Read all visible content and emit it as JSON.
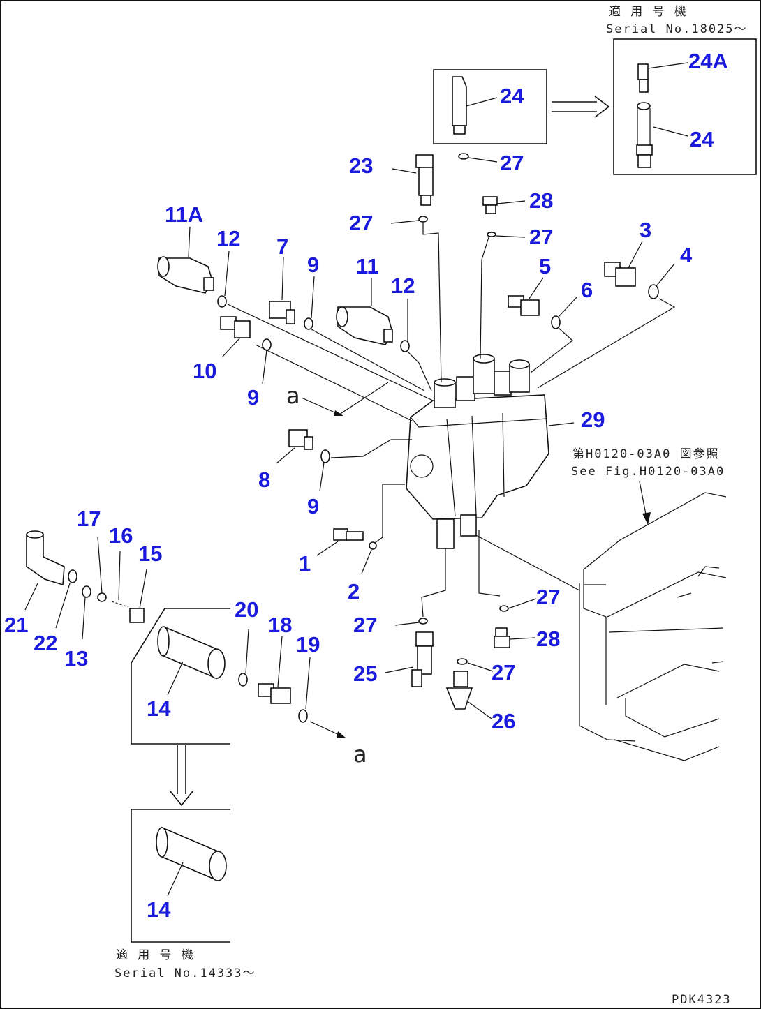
{
  "header": {
    "applicable_jp_top": "適 用 号 機",
    "serial_top": "Serial No.18025〜",
    "applicable_jp_bottom": "適 用 号 機",
    "serial_bottom": "Serial No.14333〜",
    "ref_jp": "第H0120-03A0 図参照",
    "ref_en": "See Fig.H0120-03A0",
    "drawing_code": "PDK4323"
  },
  "markers": {
    "a1": "a",
    "a2": "a"
  },
  "callouts": [
    {
      "id": "c1",
      "label": "1"
    },
    {
      "id": "c2",
      "label": "2"
    },
    {
      "id": "c3",
      "label": "3"
    },
    {
      "id": "c4",
      "label": "4"
    },
    {
      "id": "c5",
      "label": "5"
    },
    {
      "id": "c6",
      "label": "6"
    },
    {
      "id": "c7",
      "label": "7"
    },
    {
      "id": "c8",
      "label": "8"
    },
    {
      "id": "c9a",
      "label": "9"
    },
    {
      "id": "c9b",
      "label": "9"
    },
    {
      "id": "c9c",
      "label": "9"
    },
    {
      "id": "c10",
      "label": "10"
    },
    {
      "id": "c11",
      "label": "11"
    },
    {
      "id": "c11a",
      "label": "11A"
    },
    {
      "id": "c12a",
      "label": "12"
    },
    {
      "id": "c12b",
      "label": "12"
    },
    {
      "id": "c13",
      "label": "13"
    },
    {
      "id": "c14a",
      "label": "14"
    },
    {
      "id": "c14b",
      "label": "14"
    },
    {
      "id": "c15",
      "label": "15"
    },
    {
      "id": "c16",
      "label": "16"
    },
    {
      "id": "c17",
      "label": "17"
    },
    {
      "id": "c18",
      "label": "18"
    },
    {
      "id": "c19",
      "label": "19"
    },
    {
      "id": "c20",
      "label": "20"
    },
    {
      "id": "c21",
      "label": "21"
    },
    {
      "id": "c22",
      "label": "22"
    },
    {
      "id": "c23",
      "label": "23"
    },
    {
      "id": "c24a",
      "label": "24"
    },
    {
      "id": "c24b",
      "label": "24"
    },
    {
      "id": "c24c",
      "label": "24A"
    },
    {
      "id": "c25",
      "label": "25"
    },
    {
      "id": "c26",
      "label": "26"
    },
    {
      "id": "c27a",
      "label": "27"
    },
    {
      "id": "c27b",
      "label": "27"
    },
    {
      "id": "c27c",
      "label": "27"
    },
    {
      "id": "c27d",
      "label": "27"
    },
    {
      "id": "c27e",
      "label": "27"
    },
    {
      "id": "c27f",
      "label": "27"
    },
    {
      "id": "c28a",
      "label": "28"
    },
    {
      "id": "c28b",
      "label": "28"
    },
    {
      "id": "c29",
      "label": "29"
    }
  ]
}
